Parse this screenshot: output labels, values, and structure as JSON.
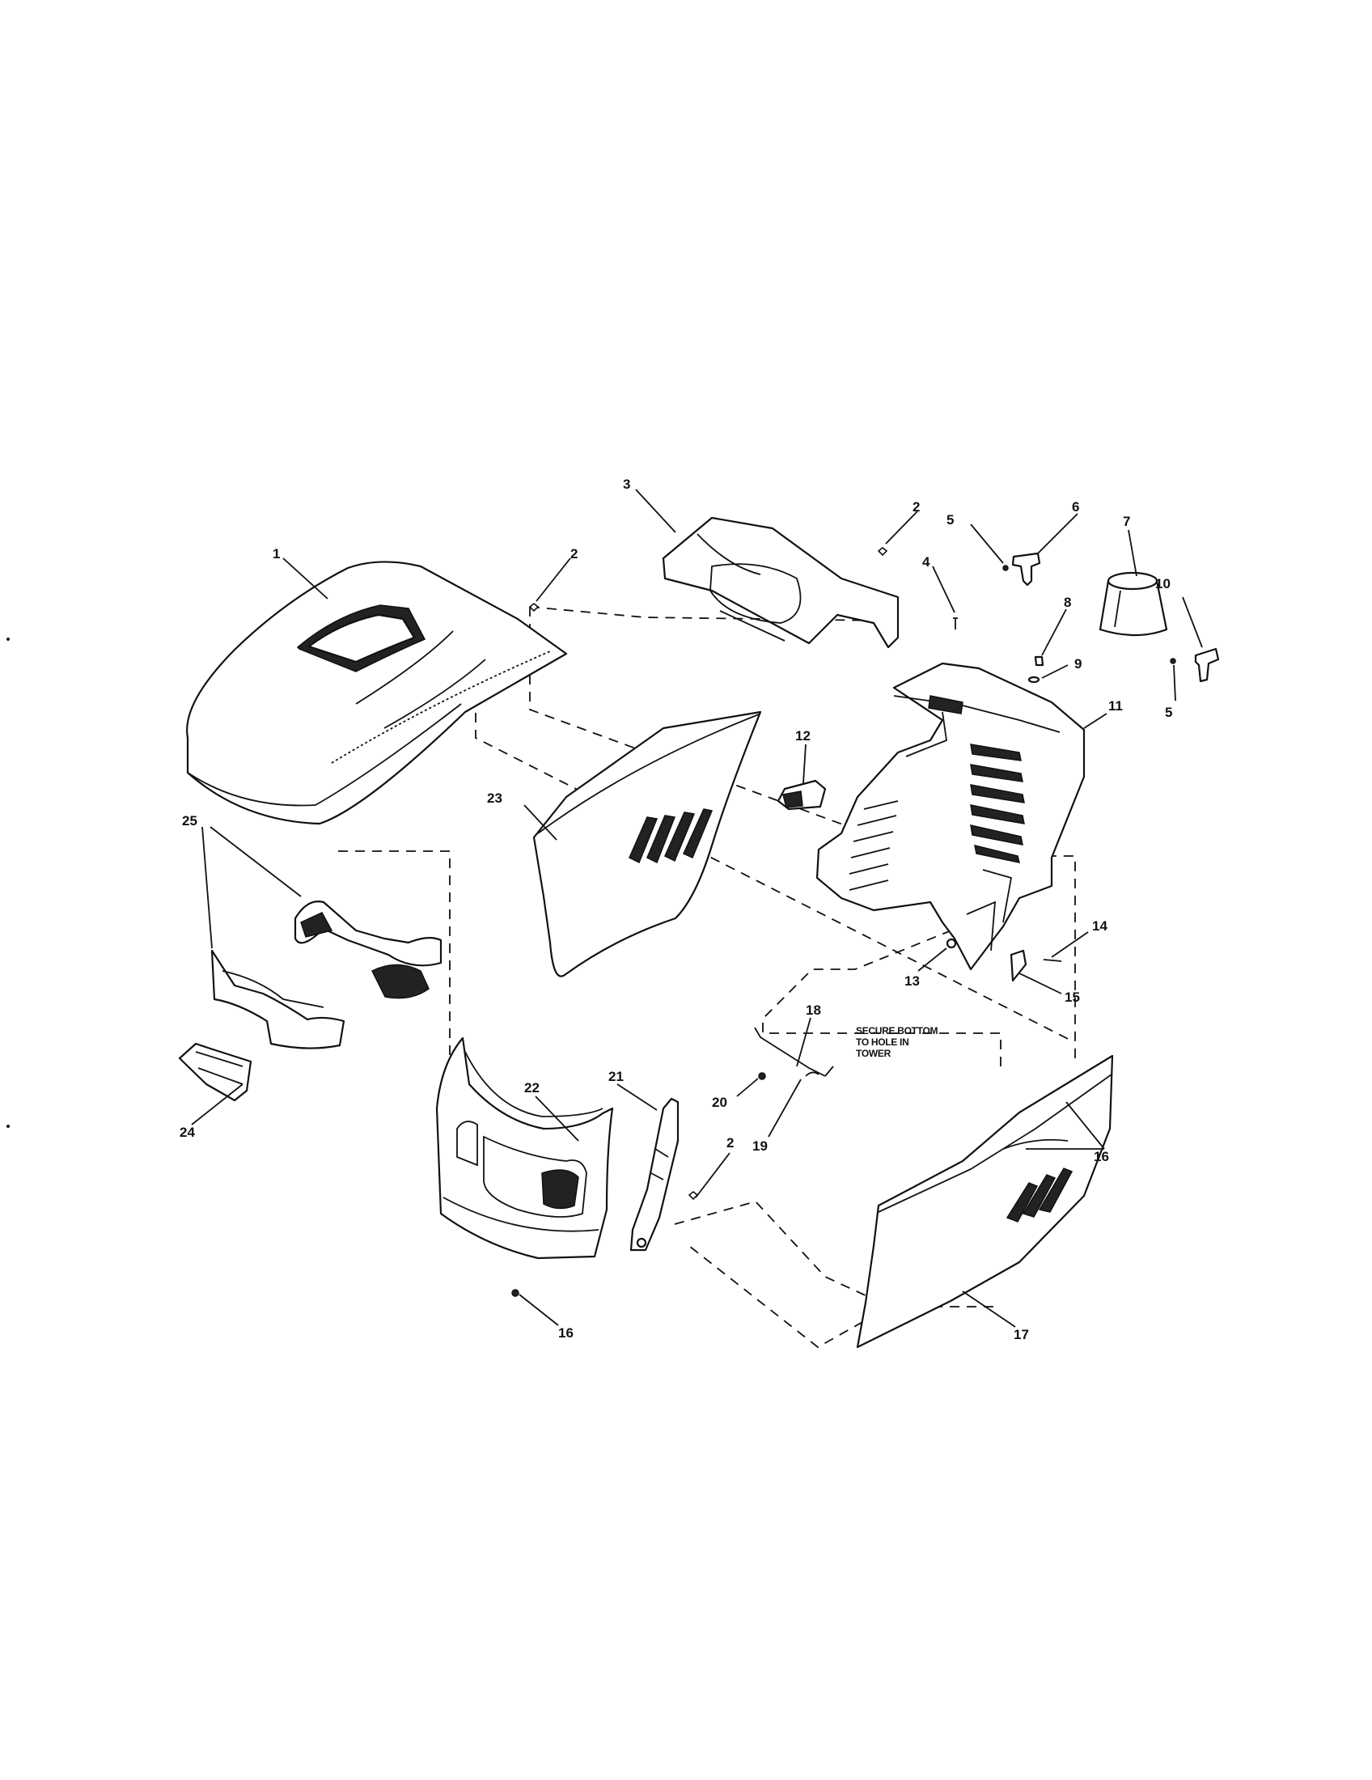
{
  "diagram": {
    "callouts": {
      "c1": "1",
      "c2a": "2",
      "c2b": "2",
      "c2c": "2",
      "c3": "3",
      "c4": "4",
      "c5a": "5",
      "c5b": "5",
      "c6": "6",
      "c7": "7",
      "c8": "8",
      "c9": "9",
      "c10": "10",
      "c11": "11",
      "c12": "12",
      "c13": "13",
      "c14": "14",
      "c15": "15",
      "c16a": "16",
      "c16b": "16",
      "c17": "17",
      "c18": "18",
      "c19": "19",
      "c20": "20",
      "c21": "21",
      "c22": "22",
      "c23": "23",
      "c24": "24",
      "c25": "25"
    },
    "note_lines": [
      "SECURE BOTTOM",
      "TO HOLE IN",
      "TOWER"
    ]
  }
}
